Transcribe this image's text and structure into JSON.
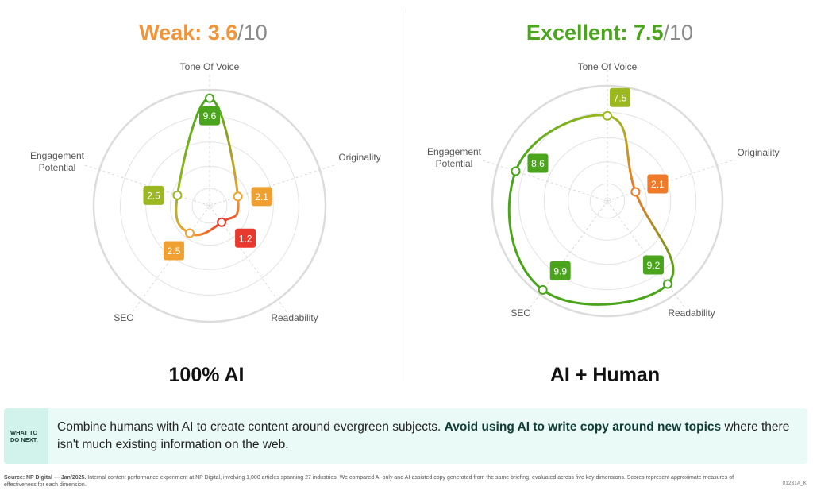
{
  "chart_data": [
    {
      "type": "radar",
      "title_label": "Weak: 3.6",
      "title_denominator": "/10",
      "title_color": "#f0943a",
      "caption": "100% AI",
      "axes": [
        "Tone Of Voice",
        "Originality",
        "Readability",
        "SEO",
        "Engagement Potential"
      ],
      "values": [
        9.6,
        2.1,
        1.2,
        2.5,
        2.5
      ],
      "labels": [
        "9.6",
        "2.1",
        "1.2",
        "2.5",
        "2.5"
      ],
      "point_colors": [
        "#4aa51c",
        "#f0a030",
        "#e8392f",
        "#f0a030",
        "#9cb820"
      ],
      "range": [
        0,
        10
      ]
    },
    {
      "type": "radar",
      "title_label": "Excellent: 7.5",
      "title_denominator": "/10",
      "title_color": "#4aa51c",
      "caption": "AI + Human",
      "axes": [
        "Tone Of Voice",
        "Originality",
        "Readability",
        "SEO",
        "Engagement Potential"
      ],
      "values": [
        7.5,
        2.1,
        9.2,
        9.9,
        8.6
      ],
      "labels": [
        "7.5",
        "2.1",
        "9.2",
        "9.9",
        "8.6"
      ],
      "point_colors": [
        "#9cb820",
        "#ef7a2a",
        "#4aa51c",
        "#4aa51c",
        "#4aa51c"
      ],
      "range": [
        0,
        10
      ]
    }
  ],
  "callout": {
    "tag": "WHAT TO DO NEXT:",
    "text_1": "Combine humans with AI to create content around evergreen subjects. ",
    "text_bold": "Avoid using AI to write copy around new topics",
    "text_2": " where there isn't much existing information on the web."
  },
  "footer": {
    "source_bold": "Source: NP Digital — Jan/2025.",
    "source_text": " Internal content performance experiment at NP Digital, involving 1,000 articles spanning 27 industries. We compared AI-only and AI-assisted copy generated from the same briefing, evaluated across five key dimensions. Scores represent approximate measures of effectiveness for each dimension.",
    "code": "01231A_K"
  }
}
